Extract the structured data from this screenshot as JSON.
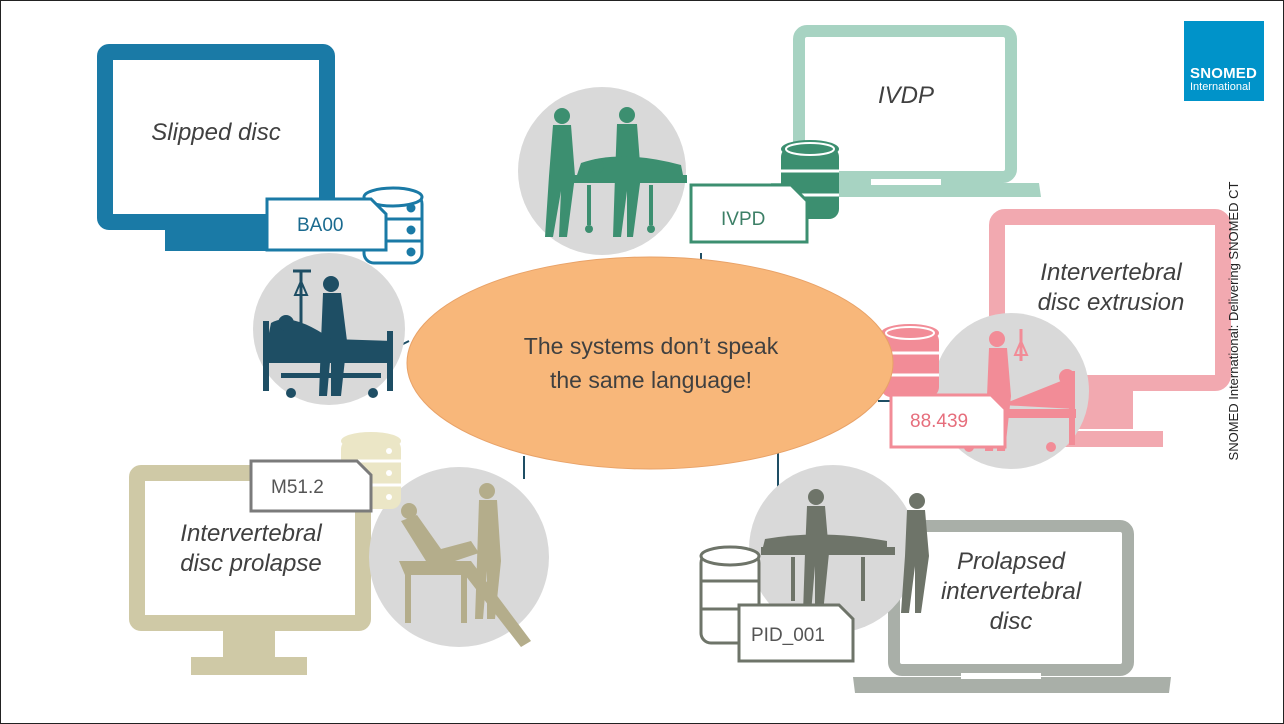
{
  "logo": {
    "line1": "SNOMED",
    "line2": "International",
    "color": "#0093c9"
  },
  "sidebar_text": "SNOMED International:  Delivering SNOMED CT",
  "center_message": {
    "line1": "The systems don’t speak",
    "line2": "the same language!",
    "fill": "#f8b77a"
  },
  "systems": [
    {
      "label": "Slipped disc",
      "code": "BA00",
      "color": "#1a7aa6"
    },
    {
      "label": "IVDP",
      "code": "IVPD",
      "color": "#a7d3c2"
    },
    {
      "label_line1": "Intervertebral",
      "label_line2": "disc extrusion",
      "code": "88.439",
      "color": "#f2a9b0"
    },
    {
      "label_line1": "Intervertebral",
      "label_line2": "disc prolapse",
      "code": "M51.2",
      "color": "#cfc9a6"
    },
    {
      "label_line1": "Prolapsed",
      "label_line2": "intervertebral",
      "label_line3": "disc",
      "code": "PID_001",
      "color": "#a9afa8"
    }
  ]
}
